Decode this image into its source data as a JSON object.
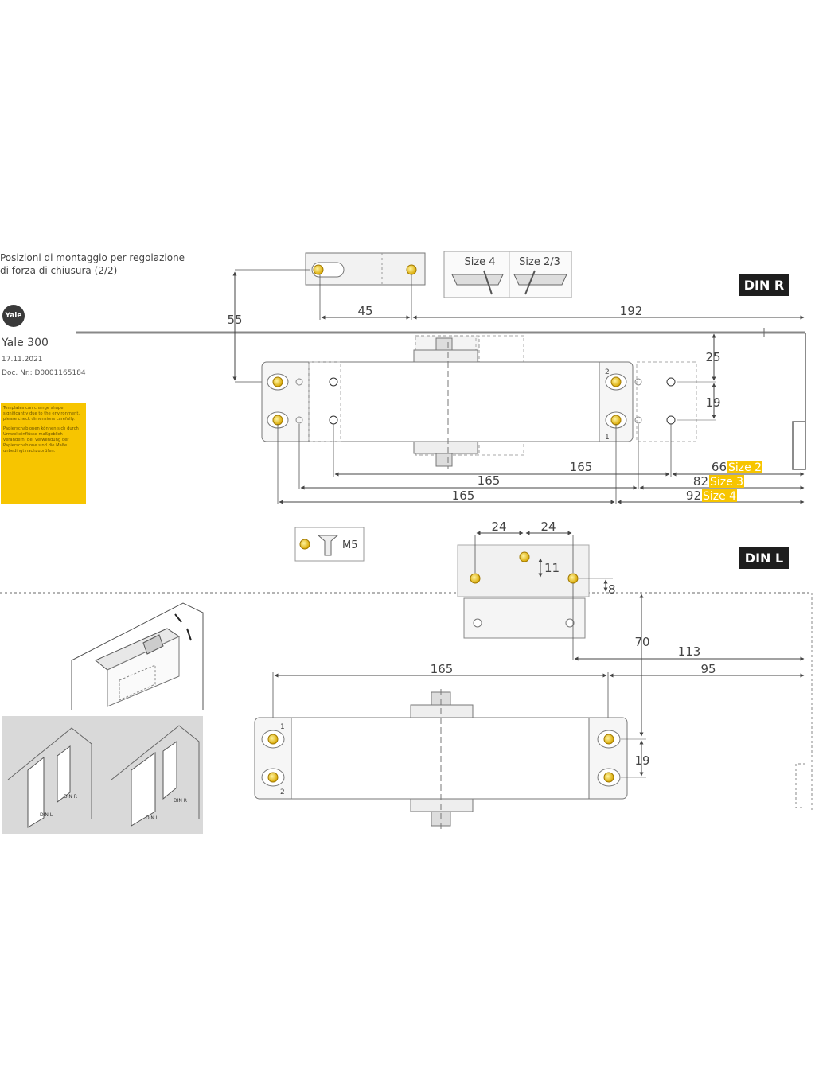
{
  "header": {
    "title_line1": "Posizioni di montaggio per regolazione",
    "title_line2": "di forza di chiusura (2/2)",
    "logo": "Yale",
    "product": "Yale 300",
    "date": "17.11.2021",
    "doc_nr": "Doc. Nr.: D0001165184"
  },
  "note": {
    "en": "Templates can change shape significantly due to the environment, please check dimensions carefully.",
    "de": "Papierschablonen können sich durch Umwelteinflüsse maßgeblich verändern. Bei Verwendung der Papierschablone sind die Maße unbedingt nachzuprüfen."
  },
  "din_r": {
    "badge": "DIN R",
    "size_labels": [
      "Size 4",
      "Size 2/3"
    ],
    "dims": {
      "d55": "55",
      "d45": "45",
      "d192": "192",
      "d25": "25",
      "d19": "19",
      "d165a": "165",
      "d165b": "165",
      "d165c": "165",
      "d66": "66",
      "d82": "82",
      "d92": "92"
    },
    "size2": "Size 2",
    "size3": "Size 3",
    "size4": "Size 4",
    "hole_nums": [
      "1",
      "2"
    ]
  },
  "screw": {
    "label": "M5"
  },
  "din_l": {
    "badge": "DIN L",
    "dims": {
      "d24a": "24",
      "d24b": "24",
      "d11": "11",
      "d8": "8",
      "d70": "70",
      "d113": "113",
      "d95": "95",
      "d165": "165",
      "d19": "19"
    },
    "hole_nums": [
      "1",
      "2"
    ]
  },
  "door_labels": {
    "din_l_a": "DIN L",
    "din_r_a": "DIN R",
    "din_l_b": "DIN L",
    "din_r_b": "DIN R"
  },
  "colors": {
    "yellow": "#f7c500",
    "badge": "#1e1e1e",
    "line": "#555555"
  }
}
